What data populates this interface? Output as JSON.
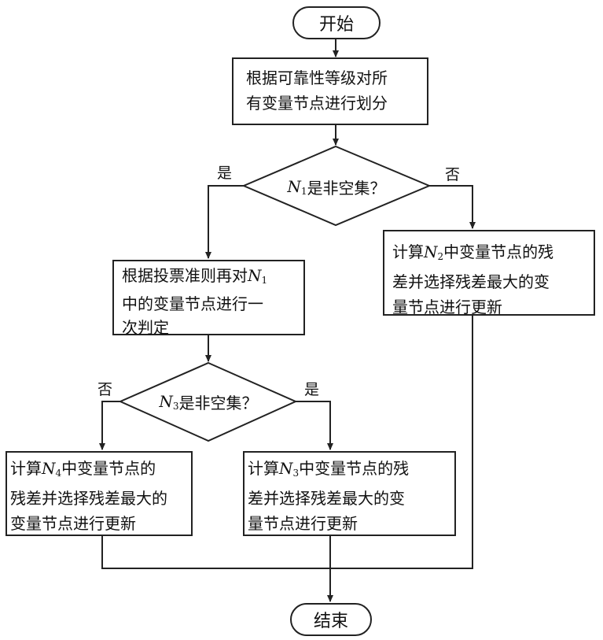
{
  "start": "开始",
  "end": "结束",
  "step1": {
    "line1": "根据可靠性等级对所",
    "line2": "有变量节点进行划分"
  },
  "decision1": {
    "var": "N",
    "sub": "1",
    "text": "是非空集？",
    "yes": "是",
    "no": "否"
  },
  "step_left": {
    "line1_pre": "根据投票准则再对",
    "var": "N",
    "sub": "1",
    "line2": "中的变量节点进行一",
    "line3": "次判定"
  },
  "step_right": {
    "pre": "计算",
    "var": "N",
    "sub": "2",
    "line1_post": "中变量节点的残",
    "line2": "差并选择残差最大的变",
    "line3": "量节点进行更新"
  },
  "decision2": {
    "var": "N",
    "sub": "3",
    "text": "是非空集？",
    "yes": "是",
    "no": "否"
  },
  "step_n4": {
    "pre": "计算",
    "var": "N",
    "sub": "4",
    "line1_post": "中变量节点的",
    "line2": "残差并选择残差最大的",
    "line3": "变量节点进行更新"
  },
  "step_n3": {
    "pre": "计算",
    "var": "N",
    "sub": "3",
    "line1_post": "中变量节点的残",
    "line2": "差并选择残差最大的变",
    "line3": "量节点进行更新"
  }
}
